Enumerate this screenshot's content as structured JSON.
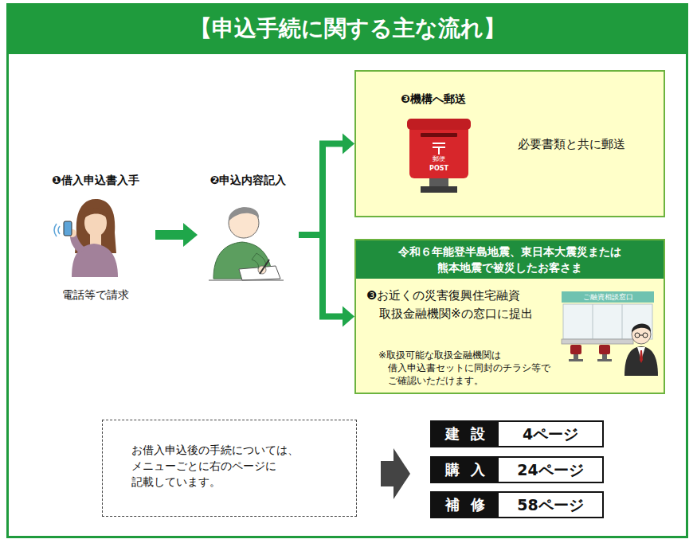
{
  "diagram": {
    "title": "【申込手続に関する主な流れ】",
    "nodes": [
      {
        "text": [
          "❶借入申込書入手",
          "電話等で請求"
        ]
      },
      {
        "text": [
          "❷申込内容記入"
        ]
      },
      {
        "text": [
          "❸機構へ郵送",
          "必要書類と共に郵送"
        ]
      },
      {
        "text": [
          "❸お近くの災害復興住宅融資 取扱金融機関※の窓口に提出",
          "※取扱可能な取扱金融機関は 借入申込書セットに同封のチラシ等で ご確認いただけます。"
        ]
      },
      {
        "text": [
          "令和６年能登半島地震、東日本大震災または 熊本地震で被災したお客さま"
        ],
        "in": 3
      },
      {
        "text": [
          "お借入申込後の手続については、 メニューごとに右のページに 記載しています。"
        ]
      },
      {
        "text": [
          "建 設",
          "4ページ"
        ]
      },
      {
        "text": [
          "購 入",
          "24ページ"
        ]
      },
      {
        "text": [
          "補 修",
          "58ページ"
        ]
      }
    ],
    "edges": [
      {
        "from": 0,
        "to": 1,
        "arrow": "to"
      },
      {
        "from": 1,
        "to": 2,
        "arrow": "to"
      },
      {
        "from": 1,
        "to": 3,
        "arrow": "to"
      }
    ],
    "labels": [
      "郵便",
      "POST",
      "ご融資相談窓口"
    ]
  }
}
